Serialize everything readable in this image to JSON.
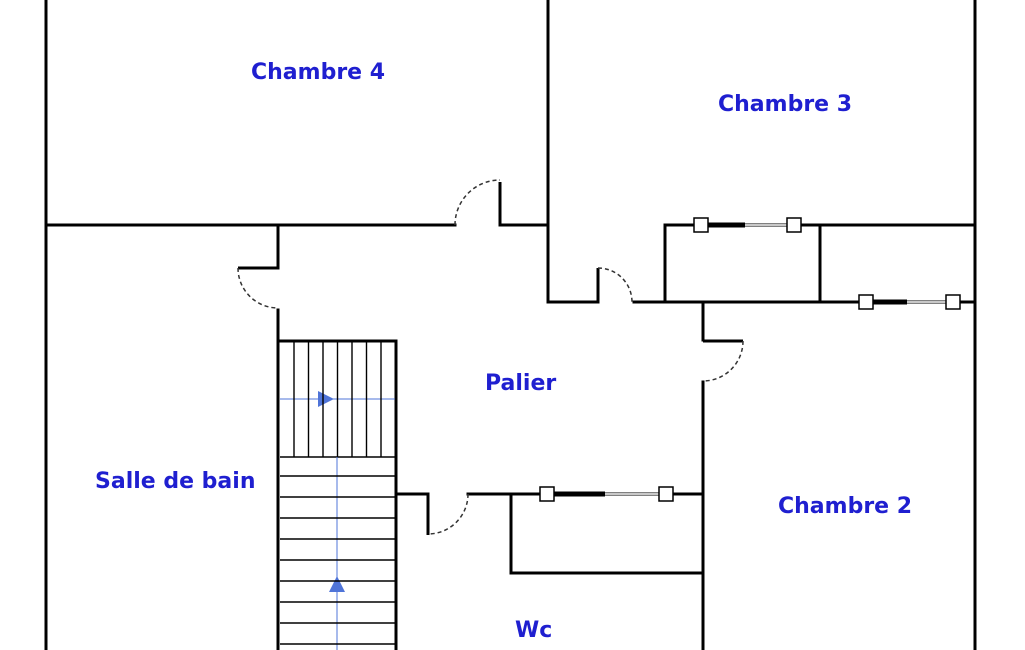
{
  "rooms": {
    "chambre4": "Chambre 4",
    "chambre3": "Chambre 3",
    "palier": "Palier",
    "salle_de_bain": "Salle de bain",
    "chambre2": "Chambre 2",
    "wc": "Wc"
  },
  "colors": {
    "label": "#1f1fd0",
    "wall": "#000000",
    "stair_arrow": "#4f74d8",
    "background": "#ffffff"
  }
}
